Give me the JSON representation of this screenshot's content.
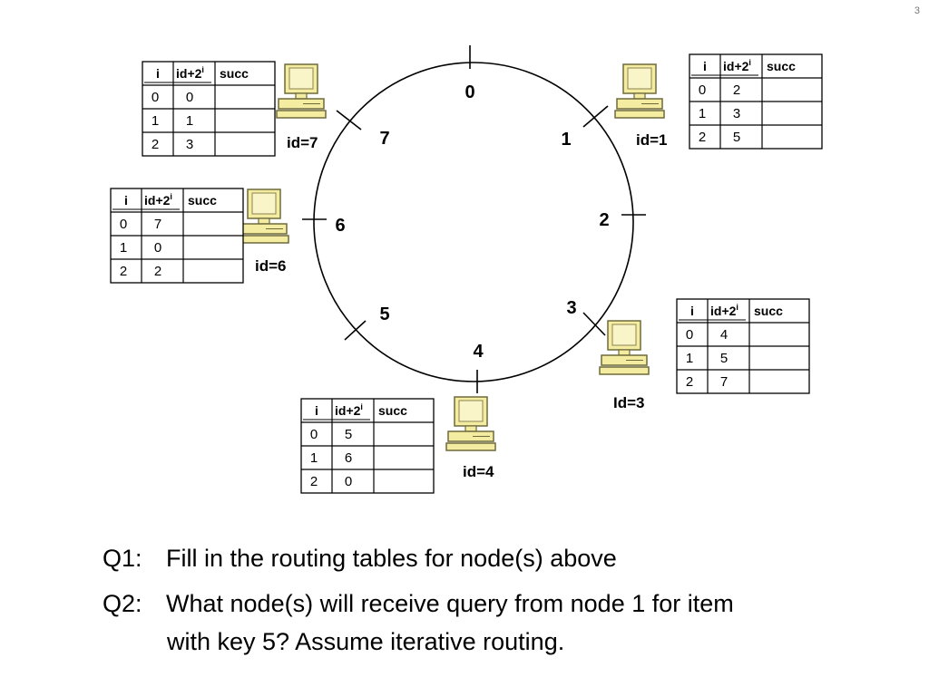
{
  "page_number": "3",
  "ring_labels": [
    "0",
    "1",
    "2",
    "3",
    "4",
    "5",
    "6",
    "7"
  ],
  "nodes": [
    {
      "key": "n7",
      "label": "id=7"
    },
    {
      "key": "n1",
      "label": "id=1"
    },
    {
      "key": "n6",
      "label": "id=6"
    },
    {
      "key": "n3",
      "label": "Id=3"
    },
    {
      "key": "n4",
      "label": "id=4"
    }
  ],
  "table_headers": [
    "i",
    "id+2",
    "succ"
  ],
  "tables": [
    {
      "node": "7",
      "rows": [
        [
          "0",
          "0",
          ""
        ],
        [
          "1",
          "1",
          ""
        ],
        [
          "2",
          "3",
          ""
        ]
      ]
    },
    {
      "node": "1",
      "rows": [
        [
          "0",
          "2",
          ""
        ],
        [
          "1",
          "3",
          ""
        ],
        [
          "2",
          "5",
          ""
        ]
      ]
    },
    {
      "node": "6",
      "rows": [
        [
          "0",
          "7",
          ""
        ],
        [
          "1",
          "0",
          ""
        ],
        [
          "2",
          "2",
          ""
        ]
      ]
    },
    {
      "node": "3",
      "rows": [
        [
          "0",
          "4",
          ""
        ],
        [
          "1",
          "5",
          ""
        ],
        [
          "2",
          "7",
          ""
        ]
      ]
    },
    {
      "node": "4",
      "rows": [
        [
          "0",
          "5",
          ""
        ],
        [
          "1",
          "6",
          ""
        ],
        [
          "2",
          "0",
          ""
        ]
      ]
    }
  ],
  "questions": {
    "q1_label": "Q1:",
    "q1_text": "Fill in the routing tables for node(s) above",
    "q2_label": "Q2:",
    "q2_text": "What node(s) will receive query from node 1 for item",
    "q2_text_cont": "with key 5?  Assume iterative routing."
  },
  "colors": {
    "computer_fill": "#f4eca0",
    "computer_stroke": "#6e6a3c",
    "line": "#000000"
  }
}
